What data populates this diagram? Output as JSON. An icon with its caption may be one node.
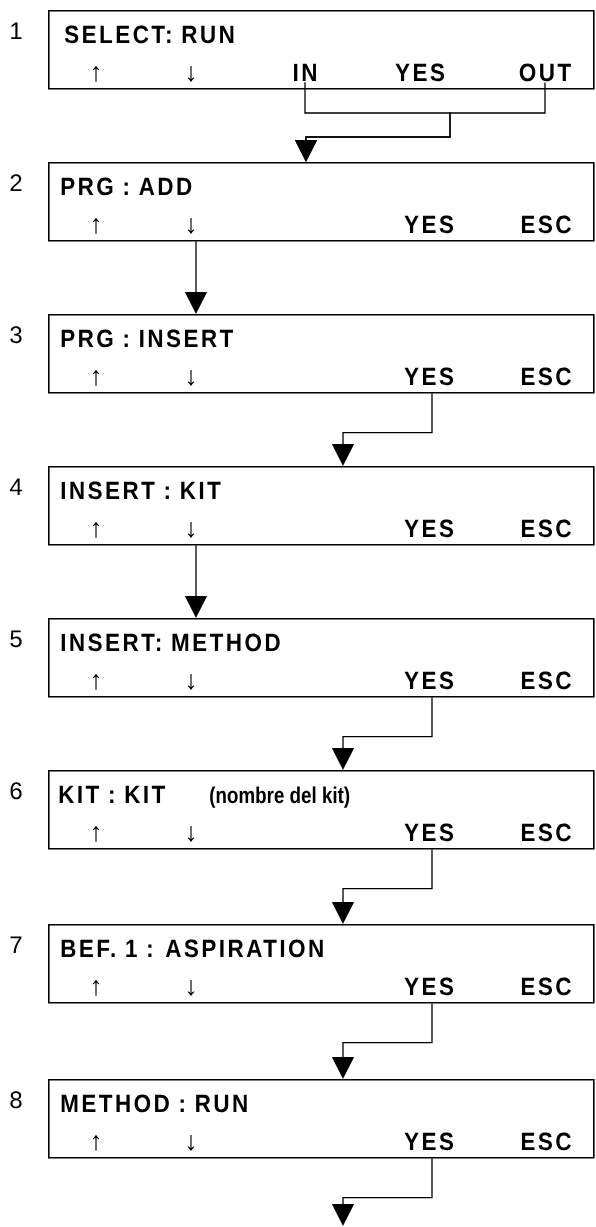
{
  "diagram": {
    "nodes": [
      {
        "text": [
          "SELECT: RUN",
          "↑",
          "↓",
          "YES"
        ],
        "beside": [
          "1"
        ]
      },
      {
        "text": [
          "IN"
        ],
        "in": 0
      },
      {
        "text": [
          "OUT"
        ],
        "in": 0
      },
      {
        "text": [
          "PRG : ADD",
          "↑",
          "↓",
          "YES",
          "ESC"
        ],
        "beside": [
          "2"
        ]
      },
      {
        "text": [
          "PRG : INSERT",
          "↑",
          "↓",
          "YES",
          "ESC"
        ],
        "beside": [
          "3"
        ]
      },
      {
        "text": [
          "INSERT : KIT",
          "↑",
          "↓",
          "YES",
          "ESC"
        ],
        "beside": [
          "4"
        ]
      },
      {
        "text": [
          "INSERT: METHOD",
          "↑",
          "↓",
          "YES",
          "ESC"
        ],
        "beside": [
          "5"
        ]
      },
      {
        "text": [
          "KIT : KIT",
          "(nombre del kit)",
          "↑",
          "↓",
          "YES",
          "ESC"
        ],
        "beside": [
          "6"
        ]
      },
      {
        "text": [
          "BEF. 1 : ASPIRATION",
          "↑",
          "↓",
          "YES",
          "ESC"
        ],
        "beside": [
          "7"
        ]
      },
      {
        "text": [
          "METHOD : RUN",
          "↑",
          "↓",
          "YES",
          "ESC"
        ],
        "beside": [
          "8"
        ]
      }
    ],
    "edges": [
      {
        "from": 1,
        "to": 3,
        "arrow": "to"
      },
      {
        "from": 2,
        "to": 3,
        "arrow": "to"
      },
      {
        "from": 3,
        "to": 4,
        "arrow": "to"
      },
      {
        "from": 4,
        "to": 5,
        "arrow": "to"
      },
      {
        "from": 5,
        "to": 6,
        "arrow": "to"
      },
      {
        "from": 6,
        "to": 7,
        "arrow": "to"
      },
      {
        "from": 7,
        "to": 8,
        "arrow": "to"
      },
      {
        "from": 8,
        "to": 9,
        "arrow": "to"
      },
      {
        "from": 9,
        "to": null,
        "arrow": "to"
      }
    ]
  }
}
